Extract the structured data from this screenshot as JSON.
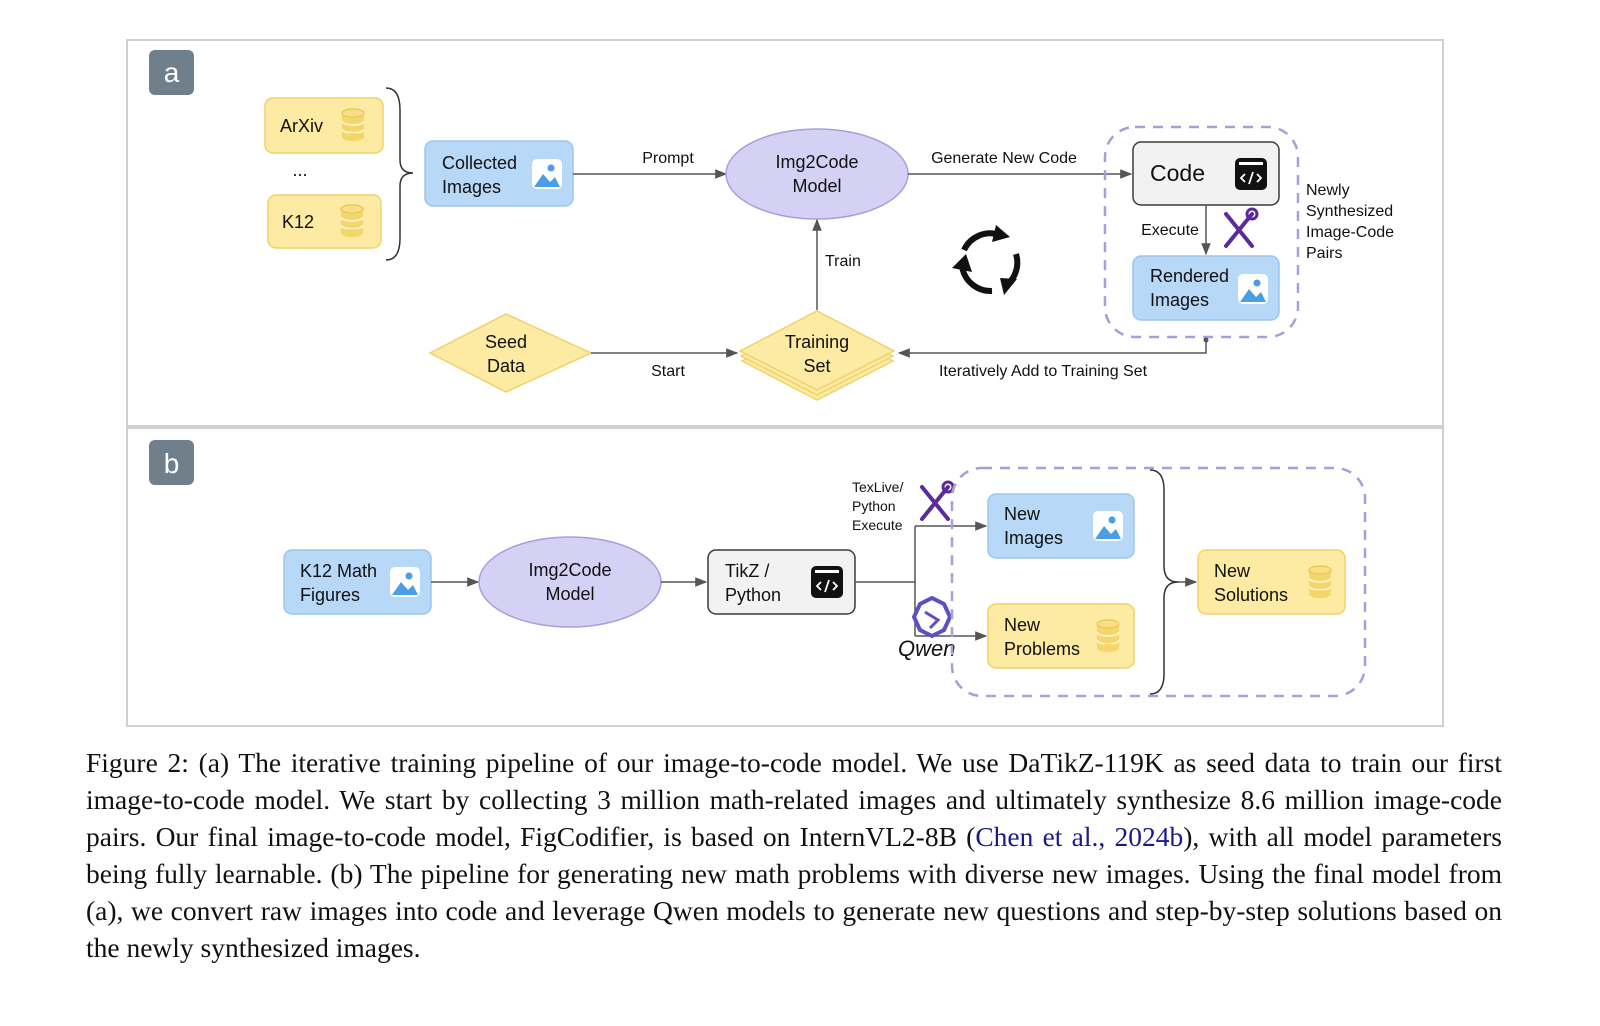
{
  "panel_a": {
    "letter": "a",
    "sources": {
      "arxiv": "ArXiv",
      "ellipsis": "...",
      "k12": "K12"
    },
    "collected_images": {
      "line1": "Collected",
      "line2": "Images"
    },
    "prompt_label": "Prompt",
    "model": {
      "line1": "Img2Code",
      "line2": "Model"
    },
    "generate_label": "Generate New Code",
    "code_label": "Code",
    "execute_label": "Execute",
    "rendered_images": {
      "line1": "Rendered",
      "line2": "Images"
    },
    "synth_note": {
      "line1": "Newly",
      "line2": "Synthesized",
      "line3": "Image-Code",
      "line4": "Pairs"
    },
    "train_label": "Train",
    "seed_data": {
      "line1": "Seed",
      "line2": "Data"
    },
    "start_label": "Start",
    "training_set": {
      "line1": "Training",
      "line2": "Set"
    },
    "iterative_label": "Iteratively Add to Training Set"
  },
  "panel_b": {
    "letter": "b",
    "k12_figures": {
      "line1": "K12 Math",
      "line2": "Figures"
    },
    "model": {
      "line1": "Img2Code",
      "line2": "Model"
    },
    "tikz": {
      "line1": "TikZ /",
      "line2": "Python"
    },
    "execute_note": {
      "line1": "TexLive/",
      "line2": "Python",
      "line3": "Execute"
    },
    "qwen_logo": "Qwen",
    "new_images": {
      "line1": "New",
      "line2": "Images"
    },
    "new_problems": {
      "line1": "New",
      "line2": "Problems"
    },
    "new_solutions": {
      "line1": "New",
      "line2": "Solutions"
    }
  },
  "colors": {
    "yellow_fill": "#fdeaa3",
    "blue_fill": "#b8d8f7",
    "purple_fill": "#d5d1f5",
    "tool_purple": "#5b2a9e",
    "link_blue": "#1a1a8c"
  },
  "icons": [
    "database-icon",
    "image-icon",
    "code-window-icon",
    "tools-icon",
    "refresh-cycle-icon",
    "qwen-logo"
  ],
  "caption": {
    "part1": "Figure 2: (a) The iterative training pipeline of our image-to-code model. We use DaTikZ-119K as seed data to train our first image-to-code model. We start by collecting 3 million math-related images and ultimately synthesize 8.6 million image-code pairs. Our final image-to-code model, FigCodifier, is based on InternVL2-8B (",
    "citation": "Chen et al., 2024b",
    "part2": "), with all model parameters being fully learnable. (b) The pipeline for generating new math problems with diverse new images. Using the final model from (a), we convert raw images into code and leverage Qwen models to generate new questions and step-by-step solutions based on the newly synthesized images."
  }
}
